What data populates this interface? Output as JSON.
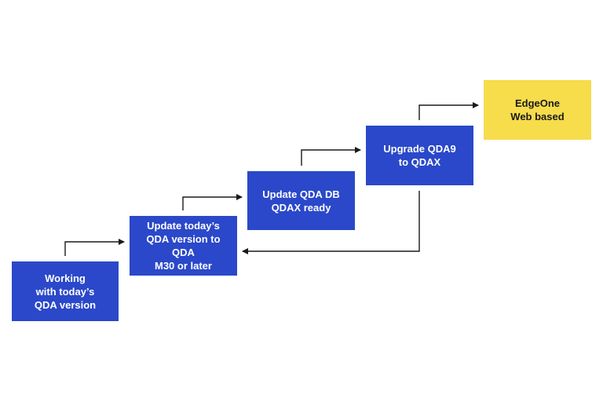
{
  "diagram": {
    "steps": [
      {
        "id": "s1",
        "label": "Working\nwith today’s\nQDA version",
        "color": "#2a48c9"
      },
      {
        "id": "s2",
        "label": "Update today’s\nQDA version to QDA\nM30 or later",
        "color": "#2a48c9"
      },
      {
        "id": "s3",
        "label": "Update QDA DB\nQDAX ready",
        "color": "#2a48c9"
      },
      {
        "id": "s4",
        "label": "Upgrade QDA9\nto QDAX",
        "color": "#2a48c9"
      },
      {
        "id": "s5",
        "label": "EdgeOne\nWeb based",
        "color": "#f7dc4b"
      }
    ],
    "connectors": [
      {
        "from": "s1",
        "to": "s2"
      },
      {
        "from": "s2",
        "to": "s3"
      },
      {
        "from": "s3",
        "to": "s4"
      },
      {
        "from": "s4",
        "to": "s5"
      },
      {
        "from": "s4",
        "to": "s2"
      }
    ],
    "line_color": "#1a1a1a"
  }
}
